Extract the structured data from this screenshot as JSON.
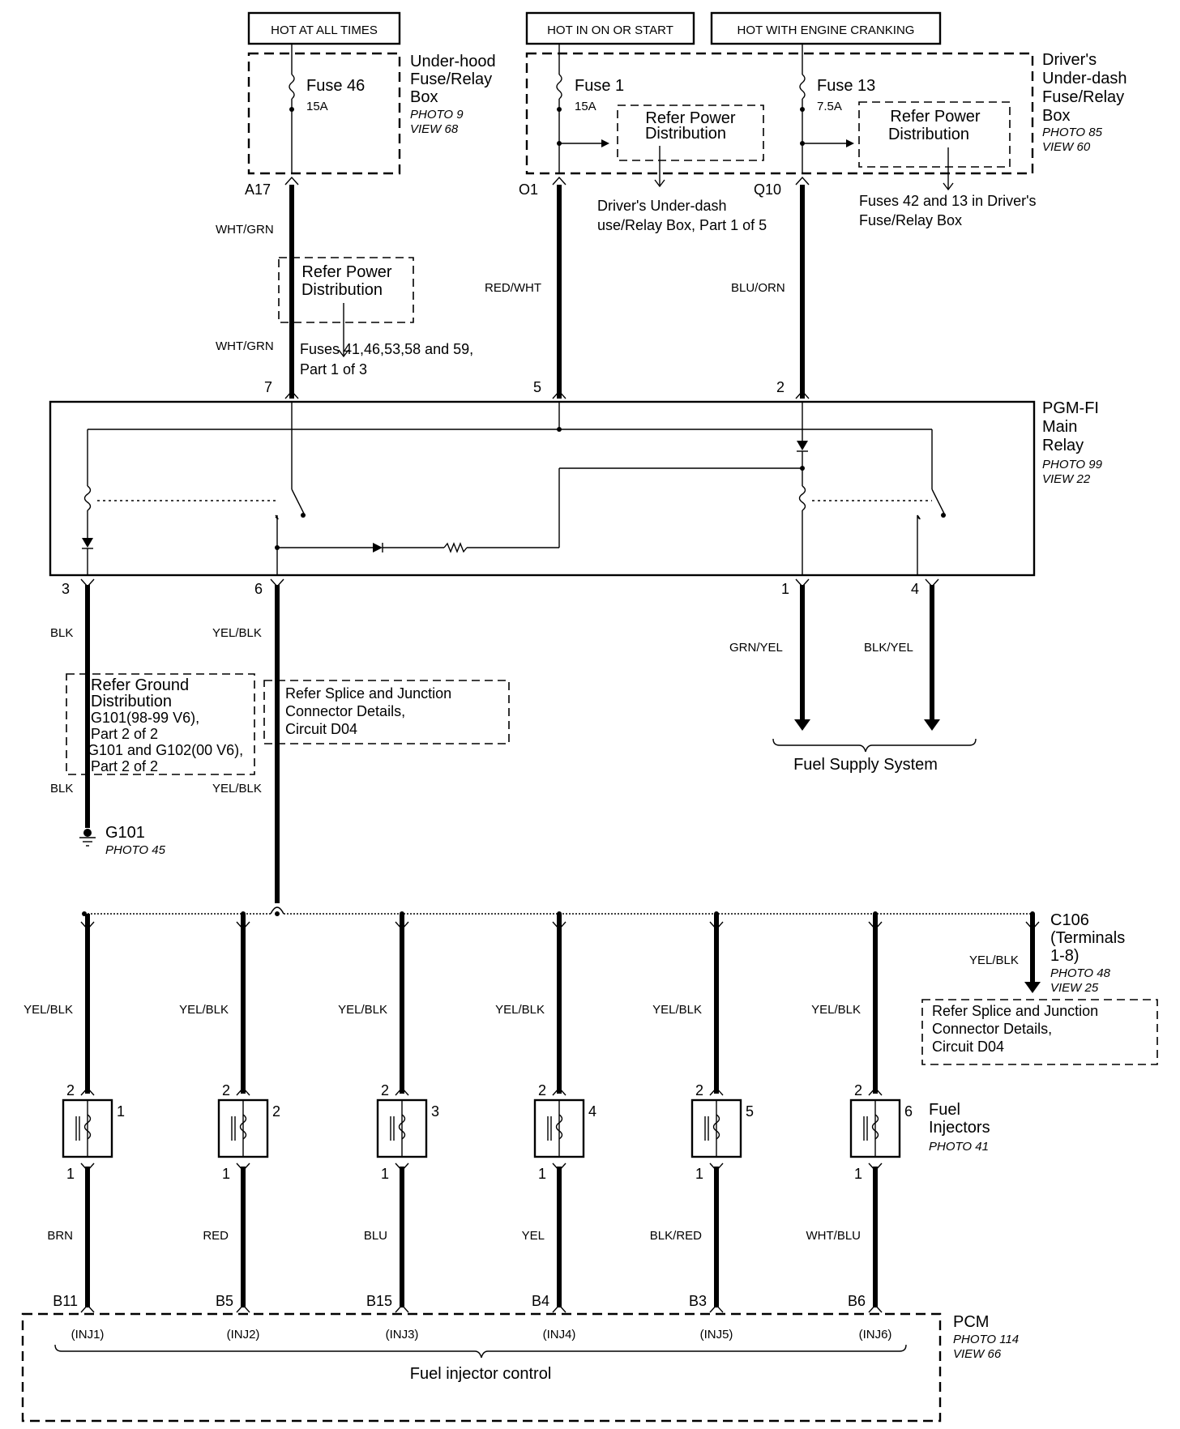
{
  "header": {
    "hot_always": "HOT AT ALL TIMES",
    "hot_on_start": "HOT IN ON OR START",
    "hot_cranking": "HOT WITH ENGINE CRANKING"
  },
  "underhood_box": {
    "fuse": "Fuse 46",
    "rating": "15A",
    "name_l1": "Under-hood",
    "name_l2": "Fuse/Relay",
    "name_l3": "Box",
    "photo": "PHOTO 9",
    "view": "VIEW 68",
    "terminal": "A17"
  },
  "driver_box": {
    "fuse1": "Fuse 1",
    "fuse1_rating": "15A",
    "fuse13": "Fuse 13",
    "fuse13_rating": "7.5A",
    "refer1_l1": "Refer Power",
    "refer1_l2": "Distribution",
    "refer2_l1": "Refer Power",
    "refer2_l2": "Distribution",
    "name_l1": "Driver's",
    "name_l2": "Under-dash",
    "name_l3": "Fuse/Relay",
    "name_l4": "Box",
    "photo": "PHOTO 85",
    "view": "VIEW 60",
    "terminal_o1": "O1",
    "terminal_q10": "Q10",
    "note1_l1": "Driver's Under-dash",
    "note1_l2": "use/Relay Box, Part 1 of 5",
    "note2_l1": "Fuses 42 and 13 in Driver's",
    "note2_l2": "Fuse/Relay Box"
  },
  "upper_wires": {
    "whtgrn_1": "WHT/GRN",
    "whtgrn_2": "WHT/GRN",
    "redwht": "RED/WHT",
    "bluorn": "BLU/ORN",
    "refer_l1": "Refer Power",
    "refer_l2": "Distribution",
    "fuses_l1": "Fuses 41,46,53,58 and 59,",
    "fuses_l2": "Part 1 of 3"
  },
  "relay": {
    "name_l1": "PGM-FI",
    "name_l2": "Main",
    "name_l3": "Relay",
    "photo": "PHOTO 99",
    "view": "VIEW 22",
    "pin7": "7",
    "pin5": "5",
    "pin2": "2",
    "pin3": "3",
    "pin6": "6",
    "pin1": "1",
    "pin4": "4"
  },
  "lower_left": {
    "blk_1": "BLK",
    "blk_2": "BLK",
    "yelblk_1": "YEL/BLK",
    "yelblk_2": "YEL/BLK",
    "ground_l1": "Refer Ground",
    "ground_l2": "Distribution",
    "ground_l3": "G101(98-99 V6),",
    "ground_l4": "Part 2 of 2",
    "ground_l5": "G101 and G102(00 V6),",
    "ground_l6": "Part 2 of 2",
    "splice_l1": "Refer  Splice and Junction",
    "splice_l2": "Connector Details,",
    "splice_l3": "Circuit D04",
    "g101": "G101",
    "g101_photo": "PHOTO 45"
  },
  "fuel_supply": {
    "grnyel": "GRN/YEL",
    "blkyel": "BLK/YEL",
    "label": "Fuel Supply System"
  },
  "c106": {
    "name": "C106",
    "terms_l1": "(Terminals",
    "terms_l2": "1-8)",
    "photo": "PHOTO 48",
    "view": "VIEW 25",
    "yelblk": "YEL/BLK",
    "splice_l1": "Refer  Splice and Junction",
    "splice_l2": "Connector Details,",
    "splice_l3": "Circuit D04"
  },
  "injectors": {
    "name_l1": "Fuel",
    "name_l2": "Injectors",
    "photo": "PHOTO 41",
    "items": [
      {
        "num": "1",
        "top_wire": "YEL/BLK",
        "bot_wire": "BRN",
        "pcm_pin": "B11",
        "pcm_label": "(INJ1)",
        "pin_top": "2",
        "pin_bot": "1"
      },
      {
        "num": "2",
        "top_wire": "YEL/BLK",
        "bot_wire": "RED",
        "pcm_pin": "B5",
        "pcm_label": "(INJ2)",
        "pin_top": "2",
        "pin_bot": "1"
      },
      {
        "num": "3",
        "top_wire": "YEL/BLK",
        "bot_wire": "BLU",
        "pcm_pin": "B15",
        "pcm_label": "(INJ3)",
        "pin_top": "2",
        "pin_bot": "1"
      },
      {
        "num": "4",
        "top_wire": "YEL/BLK",
        "bot_wire": "YEL",
        "pcm_pin": "B4",
        "pcm_label": "(INJ4)",
        "pin_top": "2",
        "pin_bot": "1"
      },
      {
        "num": "5",
        "top_wire": "YEL/BLK",
        "bot_wire": "BLK/RED",
        "pcm_pin": "B3",
        "pcm_label": "(INJ5)",
        "pin_top": "2",
        "pin_bot": "1"
      },
      {
        "num": "6",
        "top_wire": "YEL/BLK",
        "bot_wire": "WHT/BLU",
        "pcm_pin": "B6",
        "pcm_label": "(INJ6)",
        "pin_top": "2",
        "pin_bot": "1"
      }
    ]
  },
  "pcm": {
    "name": "PCM",
    "photo": "PHOTO 114",
    "view": "VIEW 66",
    "control": "Fuel injector control"
  }
}
